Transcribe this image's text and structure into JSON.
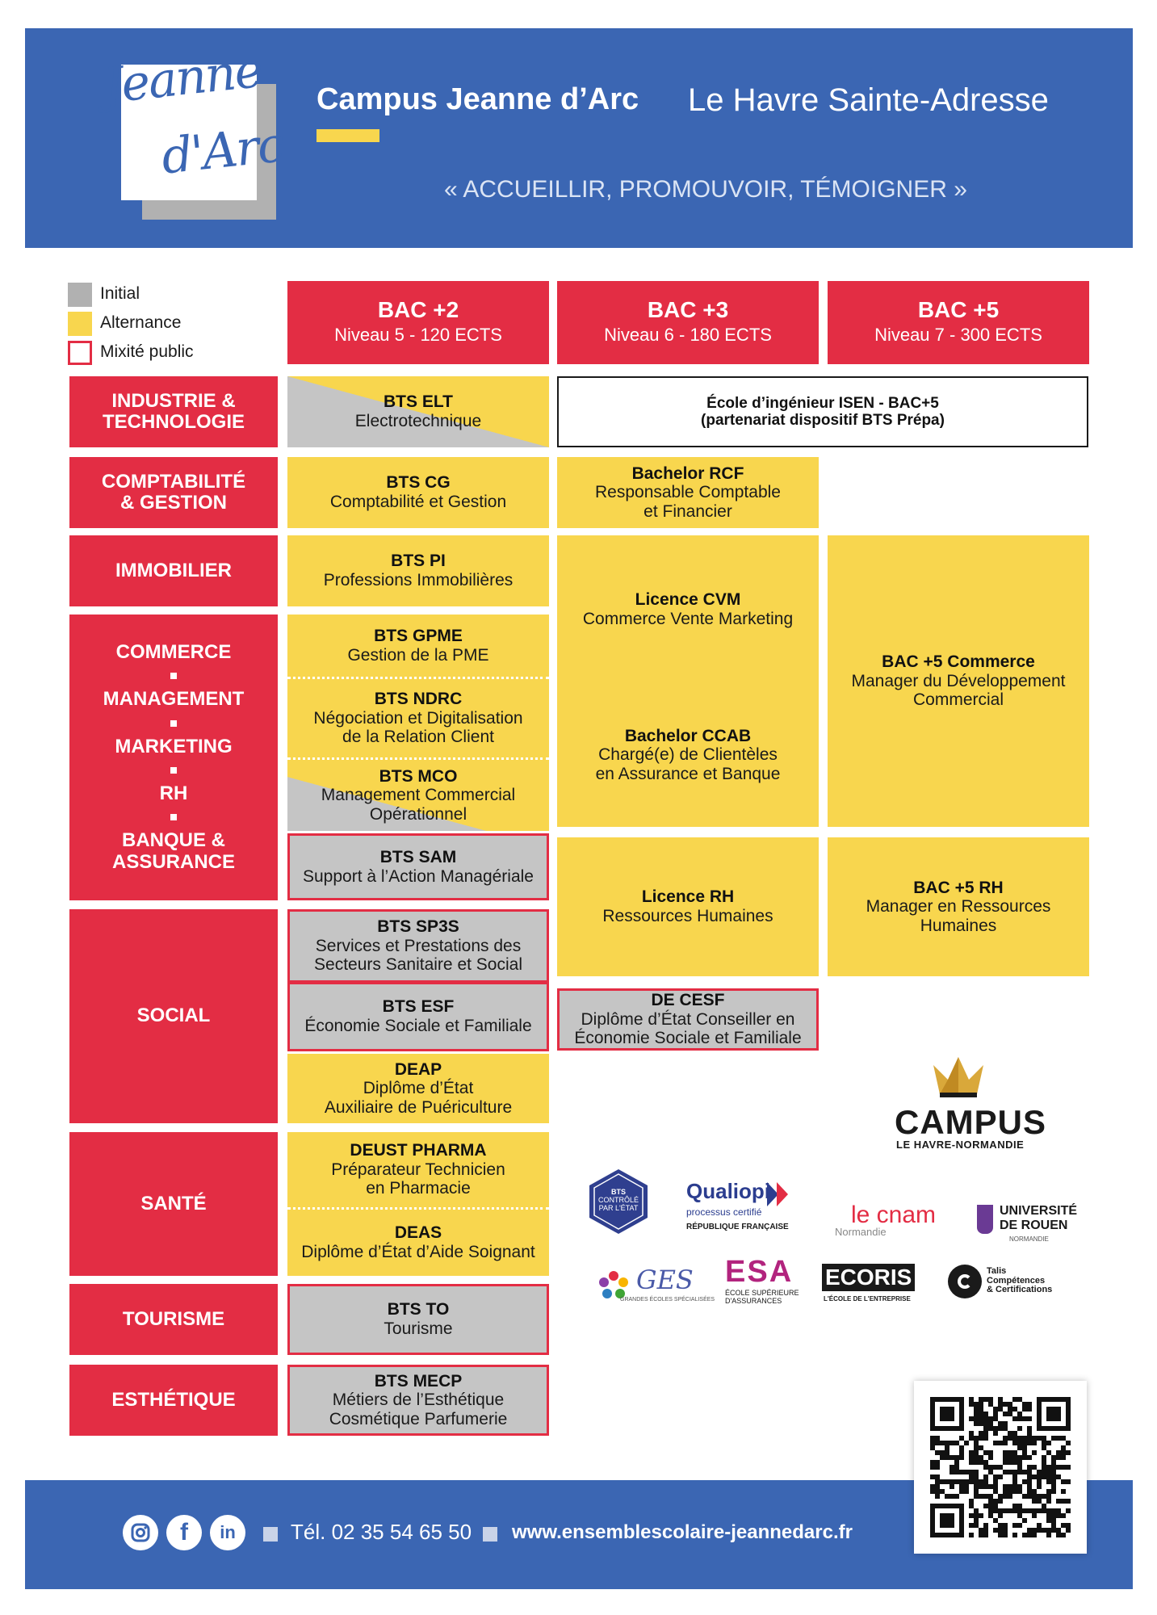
{
  "header": {
    "logo_line1": "Jeanne",
    "logo_line2": "d'Arc",
    "title": "Campus Jeanne d’Arc",
    "location": "Le Havre Sainte-Adresse",
    "motto": "« ACCUEILLIR, PROMOUVOIR, TÉMOIGNER »"
  },
  "legend": {
    "initial": "Initial",
    "alternance": "Alternance",
    "mixite": "Mixité public"
  },
  "levels": [
    {
      "title": "BAC +2",
      "subtitle": "Niveau 5 - 120 ECTS"
    },
    {
      "title": "BAC +3",
      "subtitle": "Niveau 6 - 180 ECTS"
    },
    {
      "title": "BAC +5",
      "subtitle": "Niveau 7 - 300 ECTS"
    }
  ],
  "domains": {
    "industrie": [
      "INDUSTRIE &",
      "TECHNOLOGIE"
    ],
    "compta": [
      "COMPTABILITÉ",
      "& GESTION"
    ],
    "immobilier": [
      "IMMOBILIER"
    ],
    "commerce": [
      "COMMERCE",
      "MANAGEMENT",
      "MARKETING",
      "RH",
      "BANQUE &",
      "ASSURANCE"
    ],
    "social": [
      "SOCIAL"
    ],
    "sante": [
      "SANTÉ"
    ],
    "tourisme": [
      "TOURISME"
    ],
    "esthetique": [
      "ESTHÉTIQUE"
    ]
  },
  "courses": {
    "bts_elt": {
      "title": "BTS ELT",
      "lines": [
        "Electrotechnique"
      ]
    },
    "isen": {
      "title": "École d’ingénieur ISEN - BAC+5",
      "lines": [
        "(partenariat dispositif BTS Prépa)"
      ]
    },
    "bts_cg": {
      "title": "BTS CG",
      "lines": [
        "Comptabilité et Gestion"
      ]
    },
    "bachelor_rcf": {
      "title": "Bachelor RCF",
      "lines": [
        "Responsable Comptable",
        "et Financier"
      ]
    },
    "bts_pi": {
      "title": "BTS PI",
      "lines": [
        "Professions Immobilières"
      ]
    },
    "licence_cvm": {
      "title": "Licence CVM",
      "lines": [
        "Commerce Vente Marketing"
      ]
    },
    "bac5_commerce": {
      "title": "BAC +5 Commerce",
      "lines": [
        "Manager du Développement",
        "Commercial"
      ]
    },
    "bts_gpme": {
      "title": "BTS GPME",
      "lines": [
        "Gestion de la PME"
      ]
    },
    "bts_ndrc": {
      "title": "BTS NDRC",
      "lines": [
        "Négociation et Digitalisation",
        "de la Relation Client"
      ]
    },
    "bachelor_ccab": {
      "title": "Bachelor CCAB",
      "lines": [
        "Chargé(e) de Clientèles",
        "en Assurance et Banque"
      ]
    },
    "bts_mco": {
      "title": "BTS MCO",
      "lines": [
        "Management Commercial",
        "Opérationnel"
      ]
    },
    "bts_sam": {
      "title": "BTS SAM",
      "lines": [
        "Support à l’Action Managériale"
      ]
    },
    "licence_rh": {
      "title": "Licence RH",
      "lines": [
        "Ressources Humaines"
      ]
    },
    "bac5_rh": {
      "title": "BAC +5 RH",
      "lines": [
        "Manager en Ressources",
        "Humaines"
      ]
    },
    "bts_sp3s": {
      "title": "BTS SP3S",
      "lines": [
        "Services et Prestations des",
        "Secteurs Sanitaire et Social"
      ]
    },
    "bts_esf": {
      "title": "BTS ESF",
      "lines": [
        "Économie Sociale et Familiale"
      ]
    },
    "de_cesf": {
      "title": "DE CESF",
      "lines": [
        "Diplôme d’État Conseiller en",
        "Économie Sociale et Familiale"
      ]
    },
    "deap": {
      "title": "DEAP",
      "lines": [
        "Diplôme d’État",
        "Auxiliaire de Puériculture"
      ]
    },
    "deust": {
      "title": "DEUST PHARMA",
      "lines": [
        "Préparateur Technicien",
        "en Pharmacie"
      ]
    },
    "deas": {
      "title": "DEAS",
      "lines": [
        "Diplôme d’État d’Aide Soignant"
      ]
    },
    "bts_to": {
      "title": "BTS TO",
      "lines": [
        "Tourisme"
      ]
    },
    "bts_mecp": {
      "title": "BTS MECP",
      "lines": [
        "Métiers de l’Esthétique",
        "Cosmétique Parfumerie"
      ]
    }
  },
  "campus_logo": {
    "name": "CAMPUS",
    "sub": "LE HAVRE-NORMANDIE"
  },
  "partners": {
    "bts_seal": [
      "BTS",
      "CONTRÔLÉ",
      "PAR L'ÉTAT"
    ],
    "qualiopi": "Qualiopi",
    "qualiopi_sub": "processus certifié",
    "qualiopi_rf": "RÉPUBLIQUE FRANÇAISE",
    "cnam": "le cnam",
    "cnam_sub": "Normandie",
    "rouen": [
      "UNIVERSITÉ",
      "DE ROUEN"
    ],
    "rouen_sub": "NORMANDIE",
    "ges": "GES",
    "ges_sub": "GRANDES ÉCOLES SPÉCIALISÉES",
    "esa": "ESA",
    "esa_sub": [
      "ÉCOLE SUPÉRIEURE",
      "D'ASSURANCES"
    ],
    "ecoris": "ECORIS",
    "ecoris_sub": "L'ÉCOLE DE L'ENTREPRISE",
    "talis": [
      "Talis",
      "Compétences",
      "& Certifications"
    ]
  },
  "footer": {
    "social": [
      "instagram",
      "facebook",
      "linkedin"
    ],
    "phone": "Tél. 02 35 54 65 50",
    "website": "www.ensemblescolaire-jeannedarc.fr"
  },
  "colors": {
    "blue": "#3b66b3",
    "red": "#e32d44",
    "yellow": "#f8d64e",
    "grey": "#c5c5c5"
  }
}
